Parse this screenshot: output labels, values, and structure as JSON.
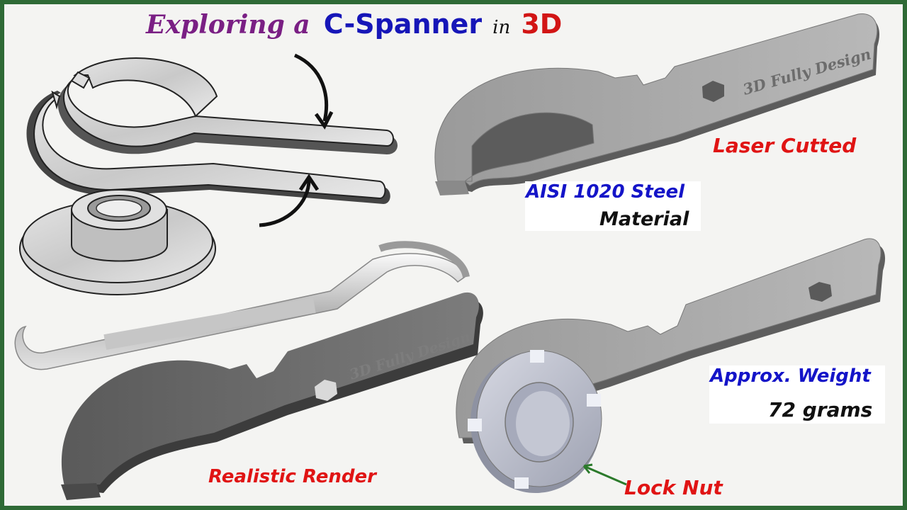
{
  "title": {
    "part1": "Exploring a",
    "part2": "C-Spanner",
    "part3": "in",
    "part4": "3D"
  },
  "engraving": "3D Fully Design",
  "labels": {
    "laser": "Laser Cutted",
    "material_top": "AISI 1020 Steel",
    "material_bottom": "Material",
    "weight_top": "Approx. Weight",
    "weight_bottom": "72 grams",
    "render": "Realistic Render",
    "locknut": "Lock Nut"
  },
  "colors": {
    "frame": "#2f6a36",
    "red": "#e01414",
    "blue": "#1414c8",
    "purple": "#7a1f84",
    "steel": "#6f6f6f"
  }
}
